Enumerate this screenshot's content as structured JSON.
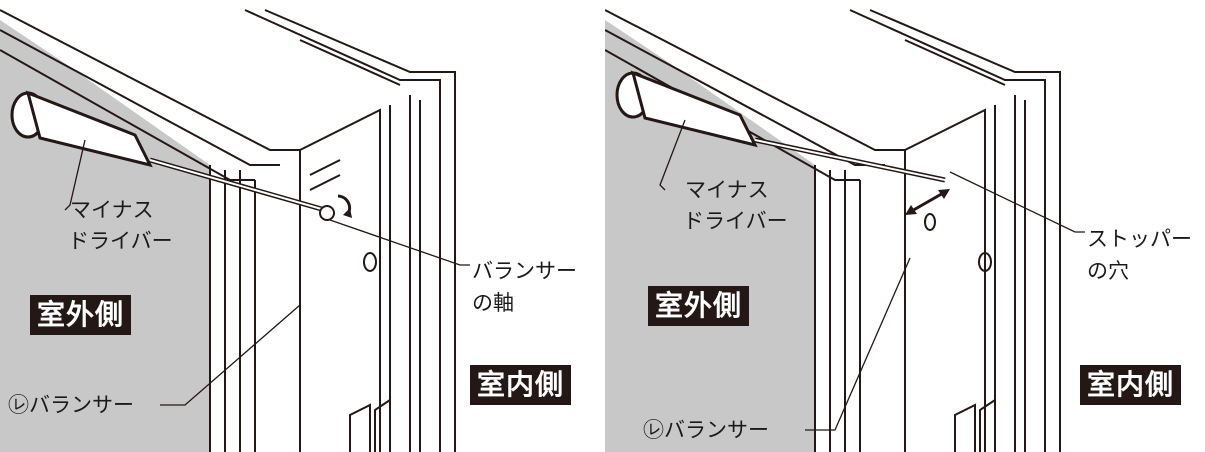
{
  "left": {
    "tool_label_line1": "マイナス",
    "tool_label_line2": "ドライバー",
    "target_label_line1": "バランサー",
    "target_label_line2": "の軸",
    "part_label": "㋹バランサー",
    "outside_badge": "室外側",
    "inside_badge": "室内側"
  },
  "right": {
    "tool_label_line1": "マイナス",
    "tool_label_line2": "ドライバー",
    "target_label_line1": "ストッパー",
    "target_label_line2": "の穴",
    "part_label": "㋹バランサー",
    "outside_badge": "室外側",
    "inside_badge": "室内側"
  },
  "colors": {
    "wall_gray": "#c8c8c8",
    "line": "#231815",
    "badge_bg": "#231815",
    "badge_text": "#ffffff"
  }
}
